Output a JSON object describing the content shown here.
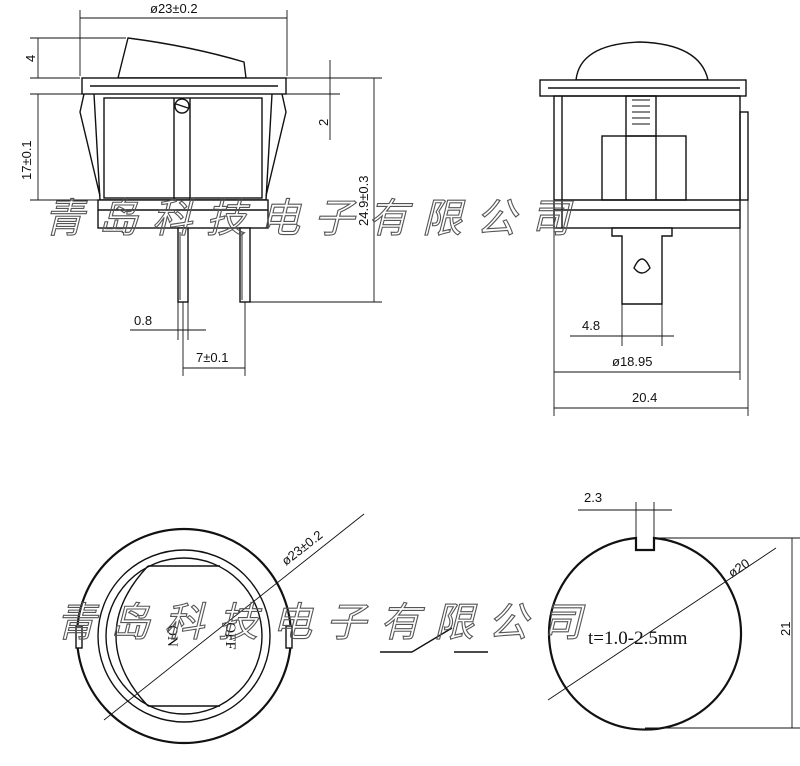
{
  "dimensions": {
    "top_diameter": "ø23±0.2",
    "rocker_height": "4",
    "body_height": "17±0.1",
    "flange": "2",
    "total_height": "24.9±0.3",
    "pin_thickness": "0.8",
    "pin_pitch": "7±0.1",
    "terminal_width": "4.8",
    "body_diameter": "ø18.95",
    "overall_width": "20.4",
    "front_diameter": "ø23±0.2",
    "key_width": "2.3",
    "cutout_diameter": "ø20",
    "cutout_height": "21"
  },
  "labels": {
    "on": "ON",
    "off": "OFF",
    "thickness": "t=1.0-2.5mm"
  },
  "watermark": "青岛科技电子有限公司"
}
